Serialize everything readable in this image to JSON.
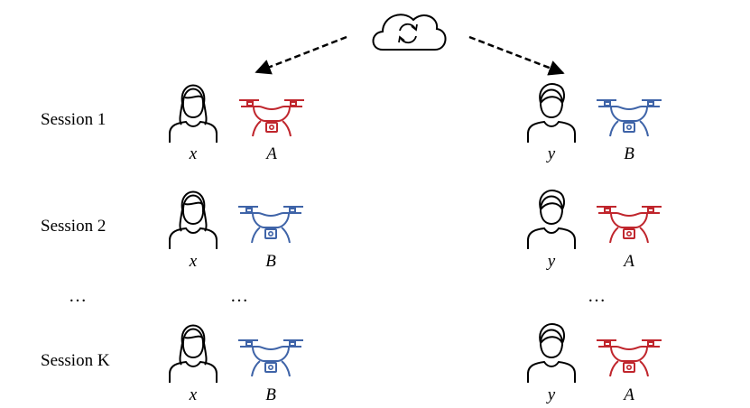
{
  "sessions": [
    {
      "label": "Session 1",
      "user_left": "x",
      "drone_left": "A",
      "user_right": "y",
      "drone_right": "B"
    },
    {
      "label": "Session 2",
      "user_left": "x",
      "drone_left": "B",
      "user_right": "y",
      "drone_right": "A"
    },
    {
      "label": "Session K",
      "user_left": "x",
      "drone_left": "B",
      "user_right": "y",
      "drone_right": "A"
    }
  ],
  "ellipsis": "…",
  "colors": {
    "drone_A": "#c0262d",
    "drone_B": "#3f64a8",
    "line": "#000000"
  },
  "icons": {
    "server": "cloud-sync-icon",
    "user_left": "person-long-hair-icon",
    "user_right": "person-short-hair-icon",
    "drone": "drone-camera-icon"
  }
}
